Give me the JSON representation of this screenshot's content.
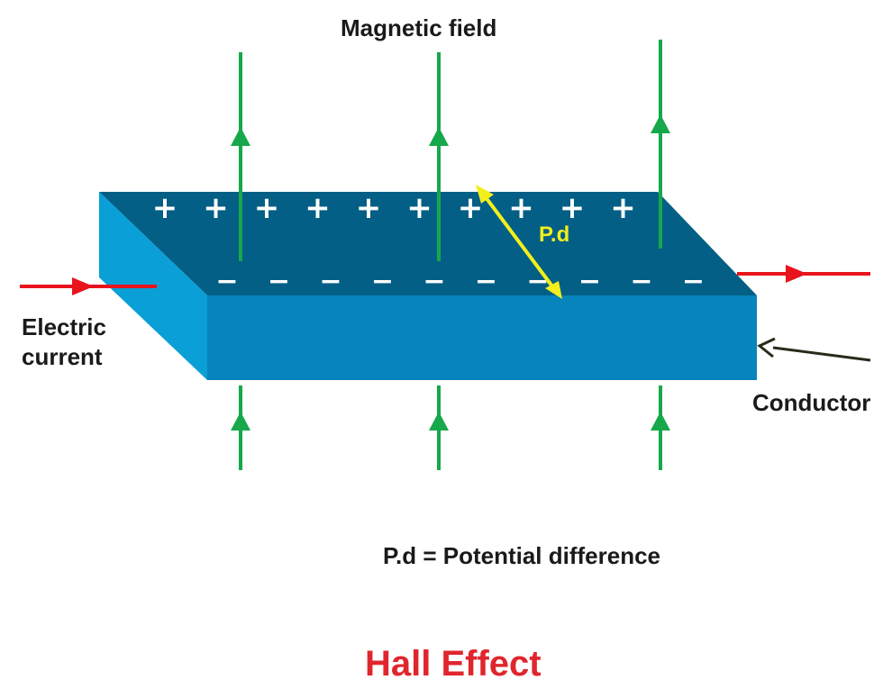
{
  "labels": {
    "magnetic_field": "Magnetic field",
    "electric_current_line1": "Electric",
    "electric_current_line2": "current",
    "conductor": "Conductor",
    "pd_short": "P.d",
    "pd_definition": "P.d = Potential difference",
    "title": "Hall Effect"
  },
  "charges": {
    "positive_symbol": "+",
    "negative_symbol": "−",
    "positive_count": 10,
    "negative_count": 10
  },
  "colors": {
    "slab_top": "#035f85",
    "slab_front": "#0585bb",
    "slab_side": "#0a9fd6",
    "field_lines": "#16a84a",
    "current_arrows": "#e8131b",
    "pd_arrow": "#f2ef1c",
    "charges": "#ffffff",
    "title": "#e0262d",
    "conductor_pointer": "#2a2a1a"
  }
}
